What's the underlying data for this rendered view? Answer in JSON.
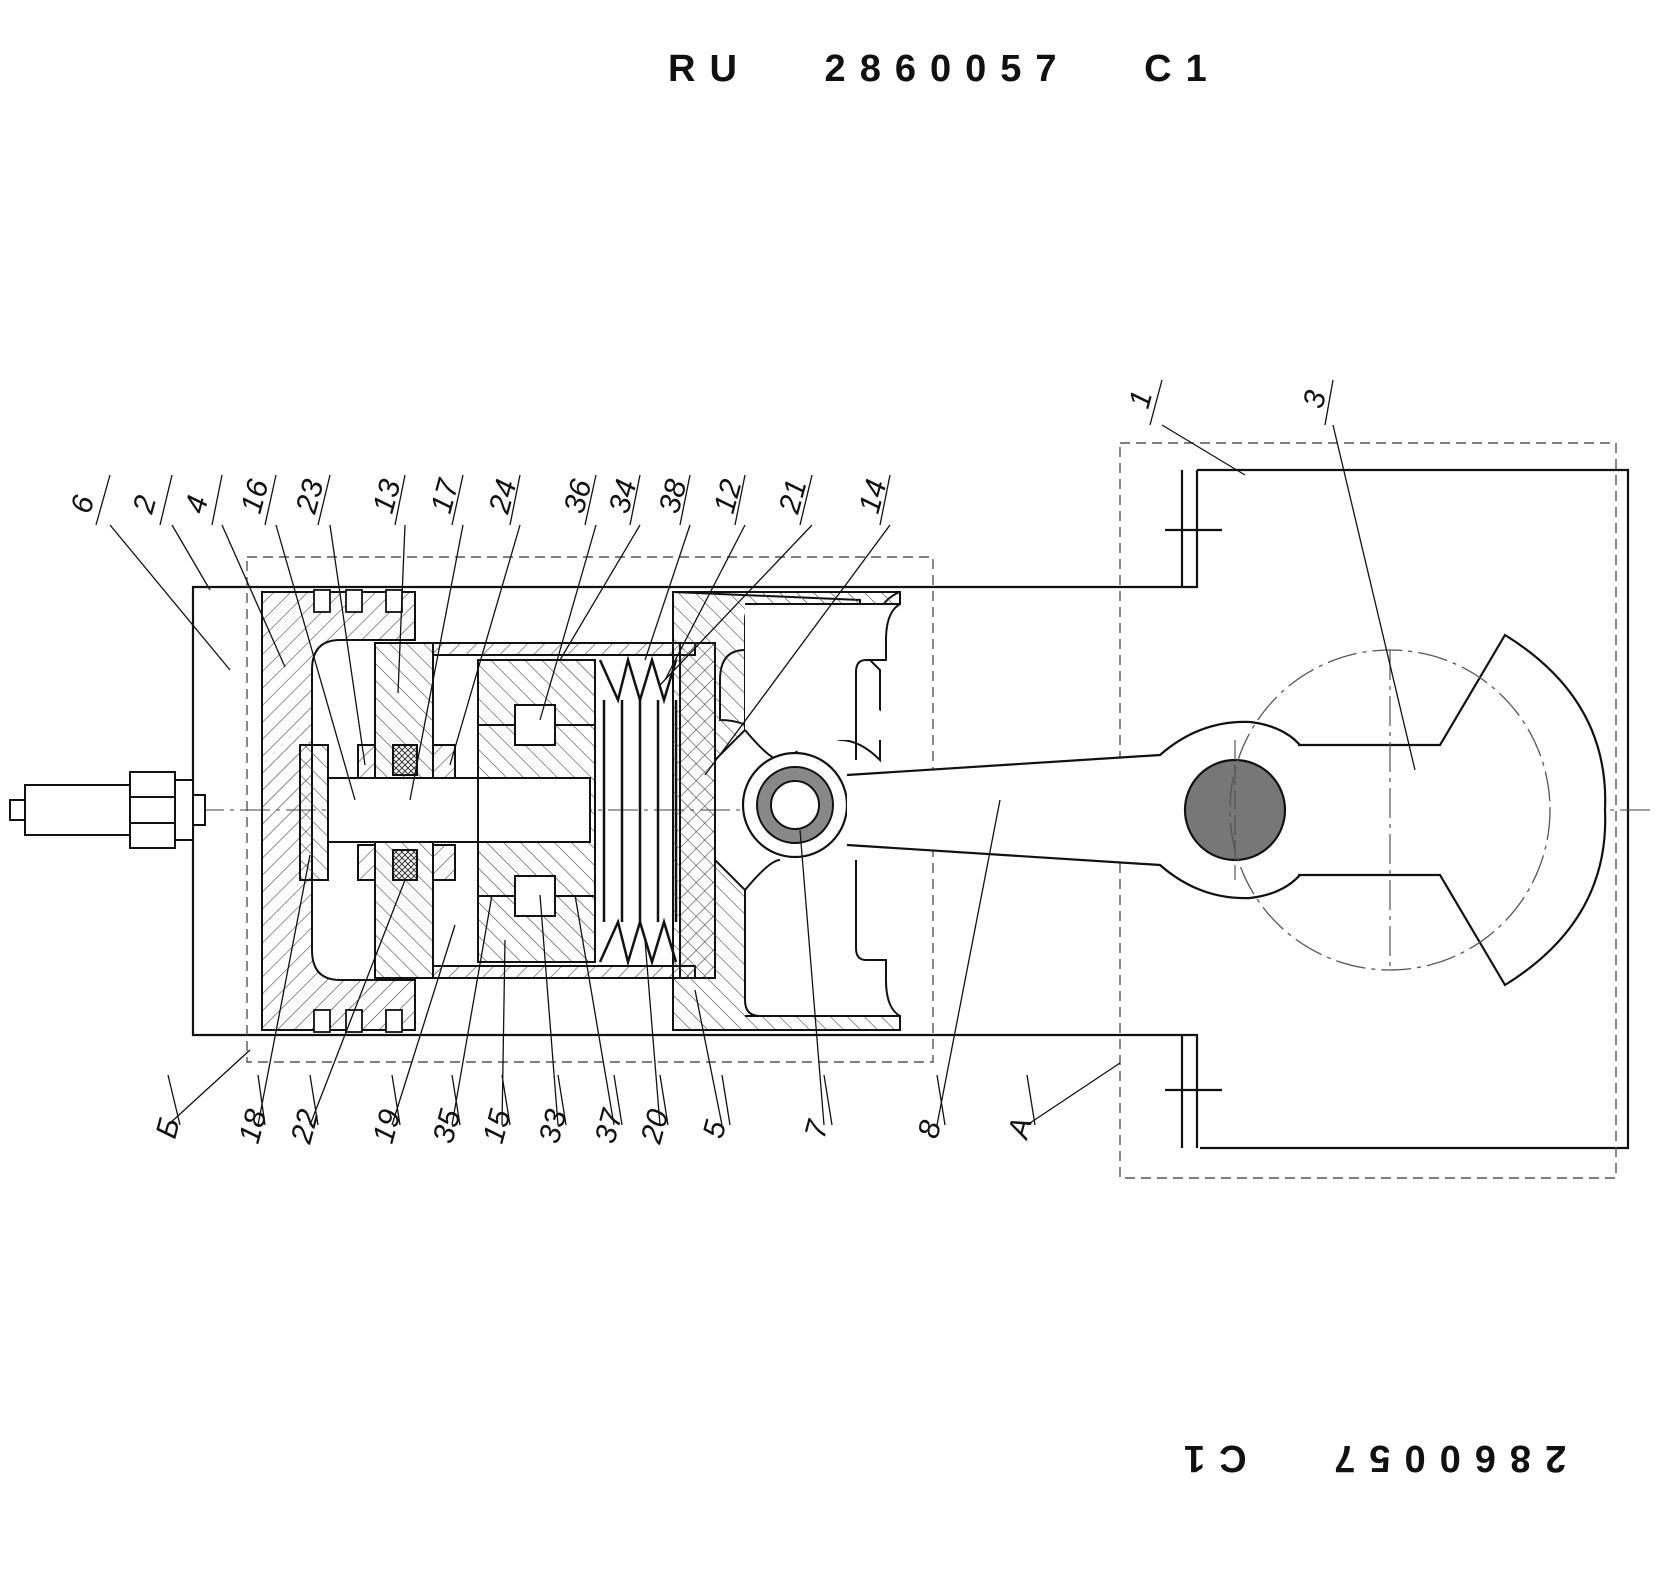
{
  "header": {
    "patent_number": "RU   2860057   C1"
  },
  "footer": {
    "patent_number_inverted": "2860057   C1"
  },
  "diagram": {
    "labels_top": [
      "6",
      "2",
      "4",
      "16",
      "23",
      "13",
      "17",
      "24",
      "36",
      "34",
      "38",
      "12",
      "21",
      "14"
    ],
    "labels_bottom": [
      "Б",
      "18",
      "22",
      "19",
      "35",
      "15",
      "33",
      "37",
      "20",
      "5",
      "7",
      "8",
      "А"
    ],
    "labels_right": [
      "1",
      "3"
    ]
  },
  "colors": {
    "line": "#111111",
    "hatch": "#444444",
    "pin": "#777777"
  }
}
